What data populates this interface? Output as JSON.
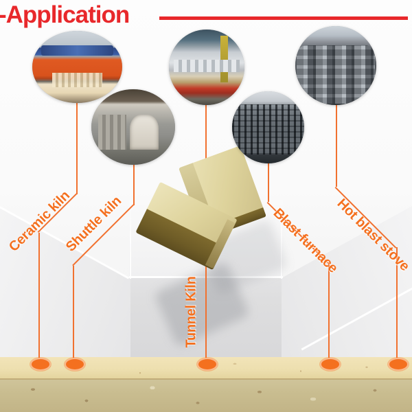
{
  "header": {
    "title": "-Application",
    "accent_color": "#e8282b",
    "rule_color": "#e8282b"
  },
  "theme": {
    "label_color": "#f4701f",
    "connector_color": "#f1712f",
    "marker_fill": "#f4701f",
    "marker_ring": "#f9b98c",
    "brick_top_color": "#ded39c",
    "brick_side_color": "#6d5b26",
    "band_top_color": "#eddfaf",
    "band_bottom_color": "#c9bd90"
  },
  "applications": [
    {
      "id": "ceramic-kiln",
      "label": "Ceramic kiln",
      "photo_name": "ceramic-kiln-photo",
      "photo_alt": "Orange industrial ceramic kiln press with stacked refractory blocks"
    },
    {
      "id": "shuttle-kiln",
      "label": "Shuttle kiln",
      "photo_name": "shuttle-kiln-photo",
      "photo_alt": "Grey shuttle kiln furnace with arched chamber opening"
    },
    {
      "id": "tunnel-kiln",
      "label": "Tunnel Kiln",
      "photo_name": "tunnel-kiln-photo",
      "photo_alt": "Long tunnel kiln line inside a factory hall"
    },
    {
      "id": "blast-furnace",
      "label": "Blast furnace",
      "photo_name": "blast-furnace-photo",
      "photo_alt": "Dark steel blast furnace structure with piping towers"
    },
    {
      "id": "hot-blast-stove",
      "label": "Hot blast stove",
      "photo_name": "hot-blast-stove-photo",
      "photo_alt": "Row of cylindrical hot blast stove towers"
    }
  ],
  "products": [
    {
      "id": "brick-lower",
      "name": "refractory-brick"
    },
    {
      "id": "brick-upper",
      "name": "refractory-brick"
    }
  ],
  "scene": {
    "backdrop_name": "studio-room-backdrop",
    "base_name": "refractory-material-band"
  }
}
